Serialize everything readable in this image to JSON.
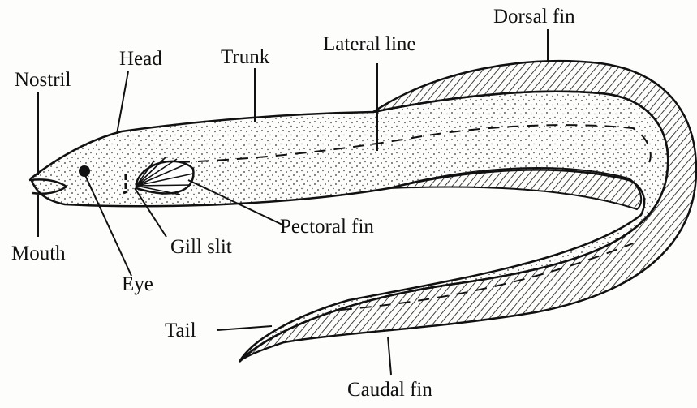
{
  "labels": {
    "nostril": "Nostril",
    "head": "Head",
    "trunk": "Trunk",
    "lateral_line": "Lateral line",
    "dorsal_fin": "Dorsal fin",
    "mouth": "Mouth",
    "eye": "Eye",
    "gill_slit": "Gill slit",
    "pectoral_fin": "Pectoral fin",
    "tail": "Tail",
    "caudal_fin": "Caudal fin"
  },
  "colors": {
    "ink": "#111111",
    "paper": "#fdfdfb"
  }
}
